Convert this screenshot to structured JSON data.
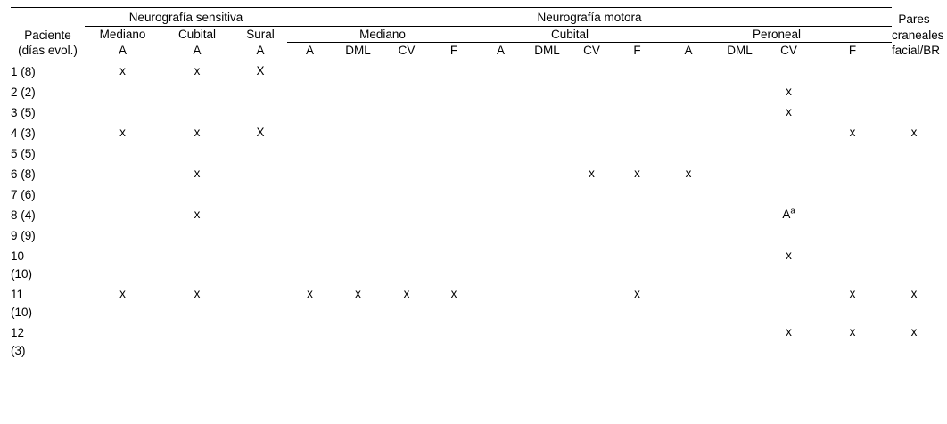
{
  "table": {
    "stub_header": "Paciente\n(días\nevol.)",
    "tail_header": "Pares\ncraneales\nfacial/BR",
    "groups": [
      {
        "label": "Neurografía sensitiva",
        "span": 3
      },
      {
        "label": "Neurografía motora",
        "span": 12
      }
    ],
    "nerve_groups": [
      {
        "label": "Mediano",
        "span": 1
      },
      {
        "label": "Cubital",
        "span": 1
      },
      {
        "label": "Sural",
        "span": 1
      },
      {
        "label": "Mediano",
        "span": 4
      },
      {
        "label": "Cubital",
        "span": 4
      },
      {
        "label": "Peroneal",
        "span": 4
      }
    ],
    "measure_headers": [
      "A",
      "A",
      "A",
      "A",
      "DML",
      "CV",
      "F",
      "A",
      "DML",
      "CV",
      "F",
      "A",
      "DML",
      "CV",
      "F"
    ],
    "rows": [
      {
        "patient": "1 (8)",
        "cells": [
          "x",
          "x",
          "X",
          "",
          "",
          "",
          "",
          "",
          "",
          "",
          "",
          "",
          "",
          "",
          ""
        ],
        "tail": ""
      },
      {
        "patient": "2 (2)",
        "cells": [
          "",
          "",
          "",
          "",
          "",
          "",
          "",
          "",
          "",
          "",
          "",
          "",
          "",
          "x",
          ""
        ],
        "tail": ""
      },
      {
        "patient": "3 (5)",
        "cells": [
          "",
          "",
          "",
          "",
          "",
          "",
          "",
          "",
          "",
          "",
          "",
          "",
          "",
          "x",
          ""
        ],
        "tail": ""
      },
      {
        "patient": "4 (3)",
        "cells": [
          "x",
          "x",
          "X",
          "",
          "",
          "",
          "",
          "",
          "",
          "",
          "",
          "",
          "",
          "",
          "x"
        ],
        "tail": "x"
      },
      {
        "patient": "5 (5)",
        "cells": [
          "",
          "",
          "",
          "",
          "",
          "",
          "",
          "",
          "",
          "",
          "",
          "",
          "",
          "",
          ""
        ],
        "tail": ""
      },
      {
        "patient": "6 (8)",
        "cells": [
          "",
          "x",
          "",
          "",
          "",
          "",
          "",
          "",
          "",
          "x",
          "x",
          "x",
          "",
          "",
          ""
        ],
        "tail": ""
      },
      {
        "patient": "7 (6)",
        "cells": [
          "",
          "",
          "",
          "",
          "",
          "",
          "",
          "",
          "",
          "",
          "",
          "",
          "",
          "",
          ""
        ],
        "tail": ""
      },
      {
        "patient": "8 (4)",
        "cells": [
          "",
          "x",
          "",
          "",
          "",
          "",
          "",
          "",
          "",
          "",
          "",
          "",
          "",
          "A^a",
          ""
        ],
        "tail": ""
      },
      {
        "patient": "9 (9)",
        "cells": [
          "",
          "",
          "",
          "",
          "",
          "",
          "",
          "",
          "",
          "",
          "",
          "",
          "",
          "",
          ""
        ],
        "tail": ""
      },
      {
        "patient": "10\n(10)",
        "cells": [
          "",
          "",
          "",
          "",
          "",
          "",
          "",
          "",
          "",
          "",
          "",
          "",
          "",
          "x",
          ""
        ],
        "tail": ""
      },
      {
        "patient": "11\n(10)",
        "cells": [
          "x",
          "x",
          "",
          "x",
          "x",
          "x",
          "x",
          "",
          "",
          "",
          "x",
          "",
          "",
          "",
          "x"
        ],
        "tail": "x"
      },
      {
        "patient": "12\n(3)",
        "cells": [
          "",
          "",
          "",
          "",
          "",
          "",
          "",
          "",
          "",
          "",
          "",
          "",
          "",
          "x",
          "x"
        ],
        "tail": "x"
      }
    ]
  }
}
